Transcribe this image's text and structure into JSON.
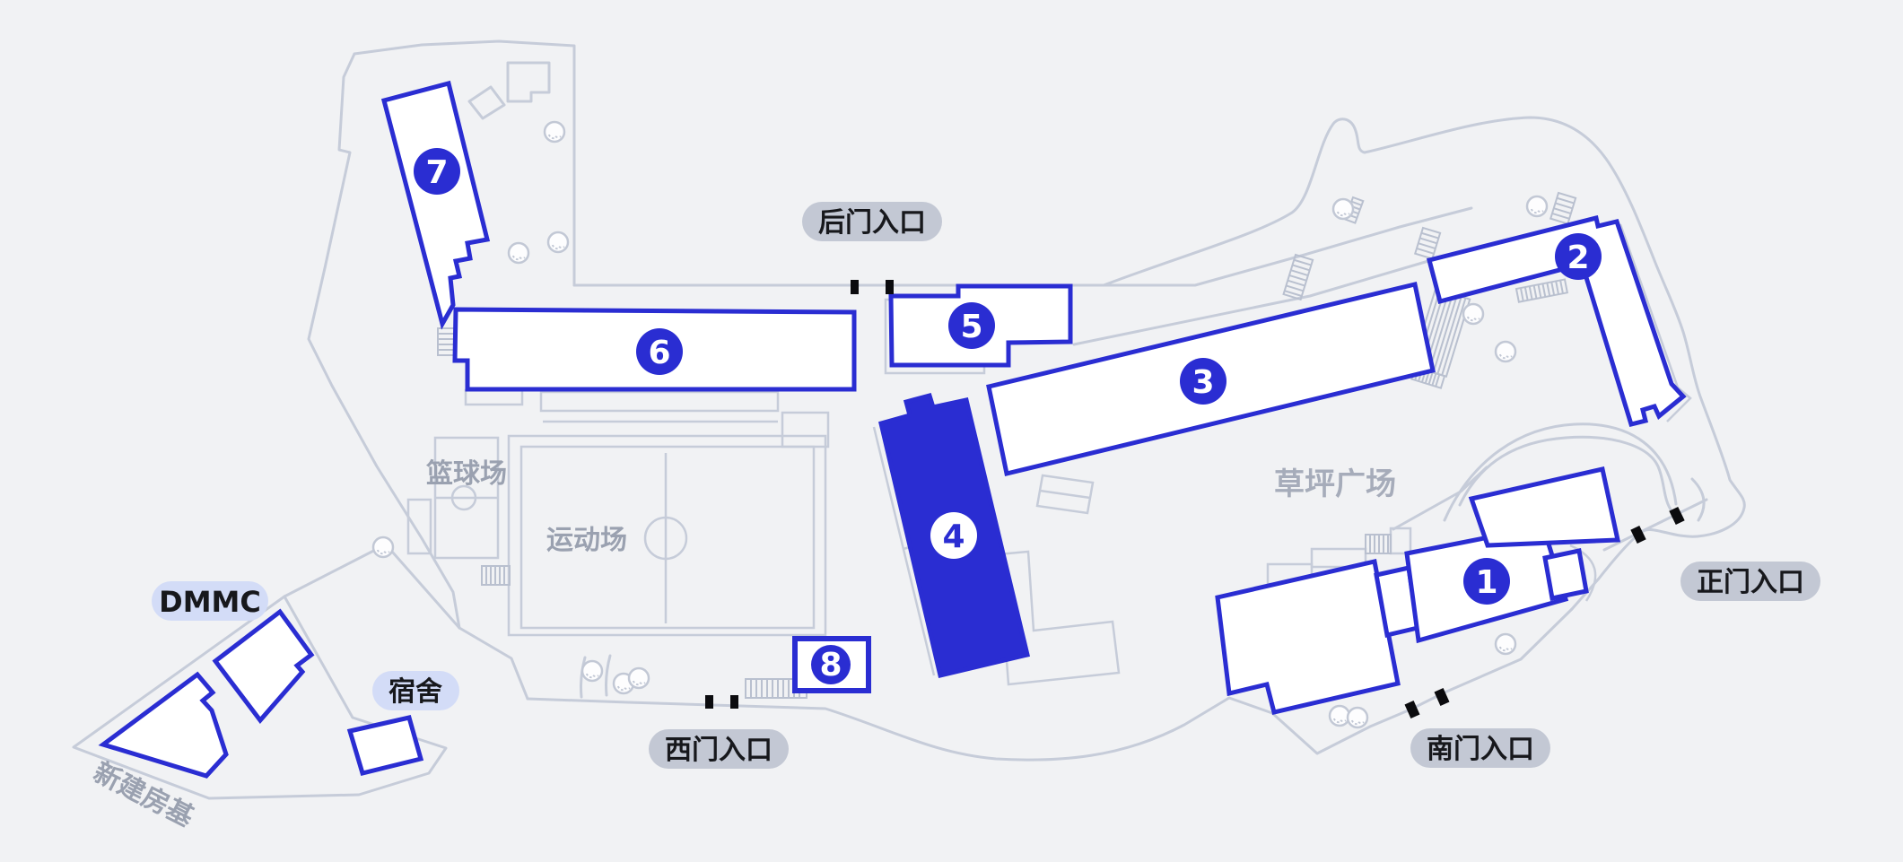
{
  "buildings": [
    {
      "label": "1"
    },
    {
      "label": "2"
    },
    {
      "label": "3"
    },
    {
      "label": "4"
    },
    {
      "label": "5"
    },
    {
      "label": "6"
    },
    {
      "label": "7"
    },
    {
      "label": "8"
    }
  ],
  "entrances": {
    "back": "后门入口",
    "main": "正门入口",
    "south": "南门入口",
    "west": "西门入口"
  },
  "areas": {
    "basketball_court": "篮球场",
    "sports_field": "运动场",
    "lawn_plaza": "草坪广场",
    "dmmc": "DMMC",
    "dormitory": "宿舍",
    "new_foundation": "新建房基"
  },
  "colors": {
    "background": "#f1f2f4",
    "building_outline": "#2a2dd2",
    "building_fill": "#ffffff",
    "highlighted_building_fill": "#2a2dd2",
    "map_line": "#c6ccd9",
    "gate_marker": "#0b0b0e",
    "entrance_pill_bg": "#c3c8d4",
    "area_pill_bg": "#d3dcf7",
    "area_text": "#9aa1b0",
    "label_text": "#17181c"
  }
}
